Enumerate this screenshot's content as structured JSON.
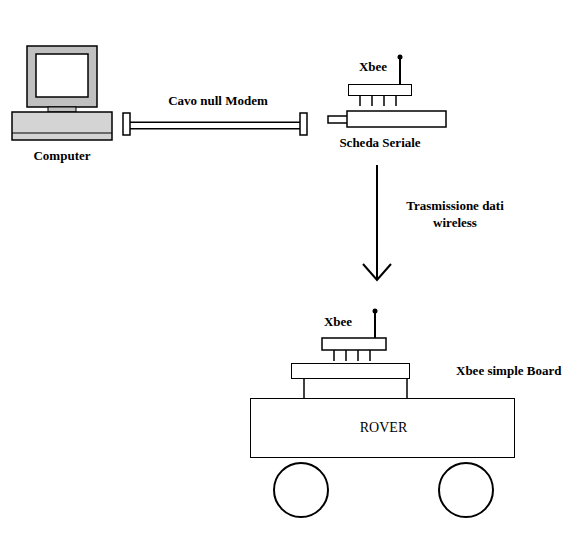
{
  "diagram": {
    "nodes": [
      {
        "text": [
          "Computer"
        ]
      },
      {
        "text": [
          "Xbee"
        ]
      },
      {
        "text": [
          "Scheda Seriale"
        ]
      },
      {
        "text": [
          "Xbee"
        ]
      },
      {
        "text": [
          "Xbee simple Board"
        ]
      },
      {
        "text": [
          "ROVER"
        ]
      }
    ],
    "edges": [
      {
        "from": 0,
        "to": 2,
        "arrow": "none",
        "label": "Cavo null Modem"
      },
      {
        "from": 2,
        "to": 3,
        "arrow": "to",
        "label": "Trasmissione dati wireless"
      }
    ]
  }
}
